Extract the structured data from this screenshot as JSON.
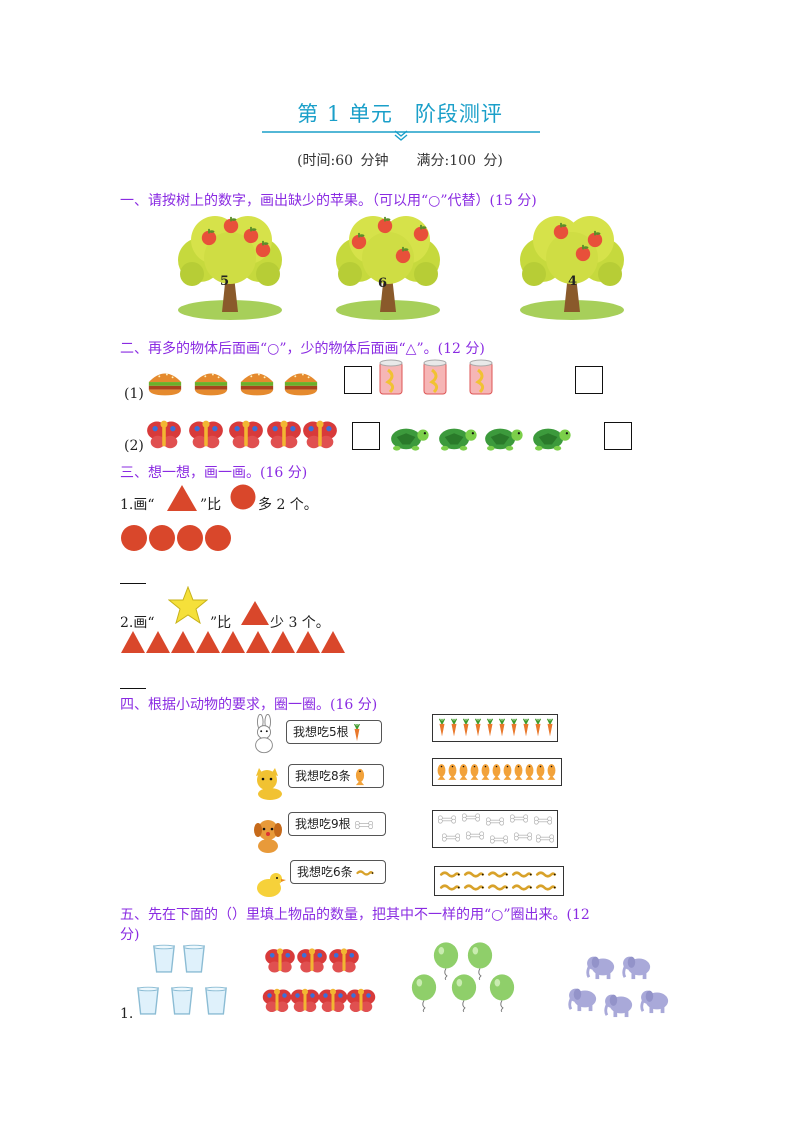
{
  "header": {
    "title": "第 1 单元　阶段测评",
    "time": "(时间:60 分钟",
    "score": "满分:100 分)"
  },
  "colors": {
    "title": "#1a9fc9",
    "section": "#8a2be2",
    "shape_red": "#d9472b",
    "star_yellow": "#f5e03a"
  },
  "q1": {
    "heading": "一、请按树上的数字，画出缺少的苹果。（可以用“○”代替）(15 分)",
    "trees": [
      {
        "number": "5",
        "apples_drawn": 4
      },
      {
        "number": "6",
        "apples_drawn": 4
      },
      {
        "number": "4",
        "apples_drawn": 3
      }
    ]
  },
  "q2": {
    "heading": "二、再多的物体后面画“○”，少的物体后面画“△”。(12 分)",
    "rows": [
      {
        "label": "(1)",
        "left": {
          "icon": "hamburger-icon",
          "count": 4
        },
        "right": {
          "icon": "drink-can-icon",
          "count": 3
        }
      },
      {
        "label": "(2)",
        "left": {
          "icon": "butterfly-icon",
          "count": 5
        },
        "right": {
          "icon": "turtle-icon",
          "count": 4
        }
      }
    ]
  },
  "q3": {
    "heading": "三、想一想，画一画。(16 分)",
    "p1": {
      "num": "1.",
      "pre": "画“",
      "mid": "”比",
      "post": "多 2 个。",
      "circles": 4
    },
    "p2": {
      "num": "2.",
      "pre": "画“",
      "mid": "”比",
      "post": "少 3 个。",
      "triangles": 9
    }
  },
  "q4": {
    "heading": "四、根据小动物的要求，圈一圈。(16 分)",
    "items": [
      {
        "animal": "rabbit-icon",
        "says": "我想吃5根",
        "food": "carrot-icon",
        "food_count": 10
      },
      {
        "animal": "cat-icon",
        "says": "我想吃8条",
        "food": "fish-icon",
        "food_count": 11
      },
      {
        "animal": "dog-icon",
        "says": "我想吃9根",
        "food": "bone-icon",
        "food_count": 10
      },
      {
        "animal": "chick-icon",
        "says": "我想吃6条",
        "food": "worm-icon",
        "food_count": 10
      }
    ]
  },
  "q5": {
    "heading_line1": "五、先在下面的（）里填上物品的数量，把其中不一样的用“○”圈出来。(12",
    "heading_line2": "分)",
    "num": "1.",
    "groups": [
      {
        "icon": "cup-icon",
        "count": 5
      },
      {
        "icon": "butterfly-icon",
        "count": 7
      },
      {
        "icon": "balloon-icon",
        "count": 5
      },
      {
        "icon": "elephant-icon",
        "count": 5
      }
    ]
  }
}
